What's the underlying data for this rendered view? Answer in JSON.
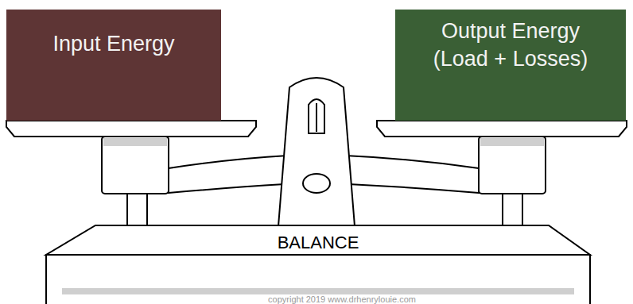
{
  "diagram": {
    "nodes": [
      {
        "text": [
          "Input Energy"
        ]
      },
      {
        "text": [
          "Output Energy (Load + Losses)"
        ]
      },
      {
        "text": [
          "BALANCE"
        ]
      }
    ],
    "labels": [
      "copyright 2019 www.drhenrylouie.com"
    ]
  }
}
